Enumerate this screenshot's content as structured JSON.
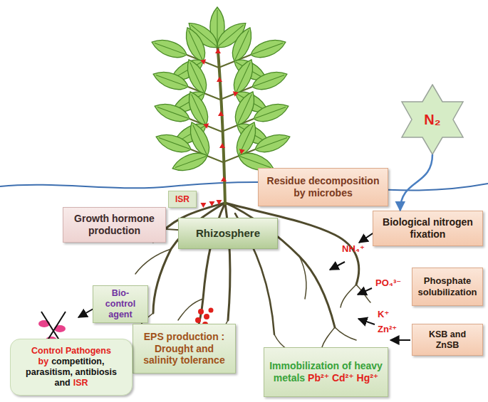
{
  "diagram": {
    "nodes": [
      {
        "text": [
          "N₂"
        ]
      },
      {
        "text": [
          "Residue decomposition by microbes"
        ]
      },
      {
        "text": [
          "ISR"
        ]
      },
      {
        "text": [
          "Growth hormone production"
        ]
      },
      {
        "text": [
          "Rhizosphere"
        ]
      },
      {
        "text": [
          "Biological nitrogen fixation"
        ]
      },
      {
        "text": [
          "Phosphate solubilization"
        ]
      },
      {
        "text": [
          "Bio-control agent"
        ]
      },
      {
        "text": [
          "KSB and ZnSB"
        ]
      },
      {
        "text": [
          "EPS production : Drought and salinity tolerance"
        ]
      },
      {
        "text": [
          "Immobilization of heavy metals",
          "Pb²⁺ Cd²⁺ Hg²⁺"
        ]
      },
      {
        "text": [
          "Control Pathogens by",
          "competition, parasitism, antibiosis and",
          "ISR"
        ]
      }
    ],
    "edges": [
      {
        "from": 0,
        "to": 5,
        "arrow": "to"
      }
    ],
    "labels": [
      "NH₄⁺",
      "PO₄³⁻",
      "K⁺",
      "Zn²⁺"
    ]
  }
}
